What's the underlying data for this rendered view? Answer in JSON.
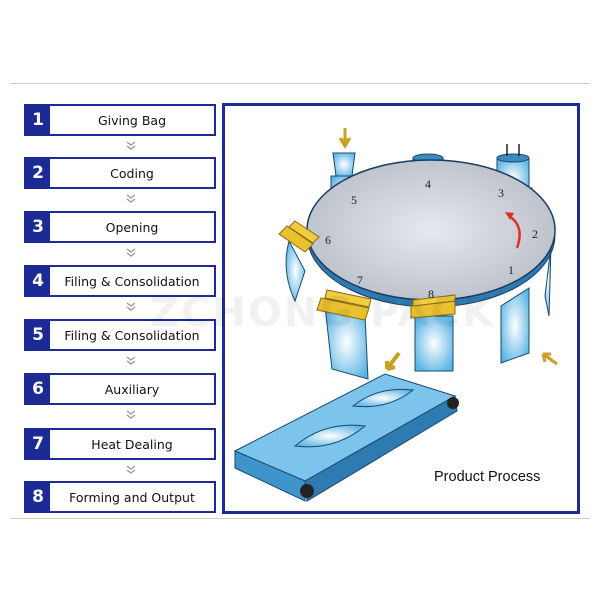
{
  "steps": [
    {
      "num": "1",
      "label": "Giving Bag"
    },
    {
      "num": "2",
      "label": "Coding"
    },
    {
      "num": "3",
      "label": "Opening"
    },
    {
      "num": "4",
      "label": "Filing & Consolidation"
    },
    {
      "num": "5",
      "label": "Filing & Consolidation"
    },
    {
      "num": "6",
      "label": "Auxiliary"
    },
    {
      "num": "7",
      "label": "Heat Dealing"
    },
    {
      "num": "8",
      "label": "Forming and Output"
    }
  ],
  "diagram": {
    "title": "Product Process",
    "stations": [
      "1",
      "2",
      "3",
      "4",
      "5",
      "6",
      "7",
      "8"
    ],
    "watermark": "ZCHONG PACK"
  },
  "colors": {
    "accent": "#1b2a94",
    "machine": "#4aa3d6",
    "gold": "#e8c030",
    "arrow": "#e03020"
  }
}
